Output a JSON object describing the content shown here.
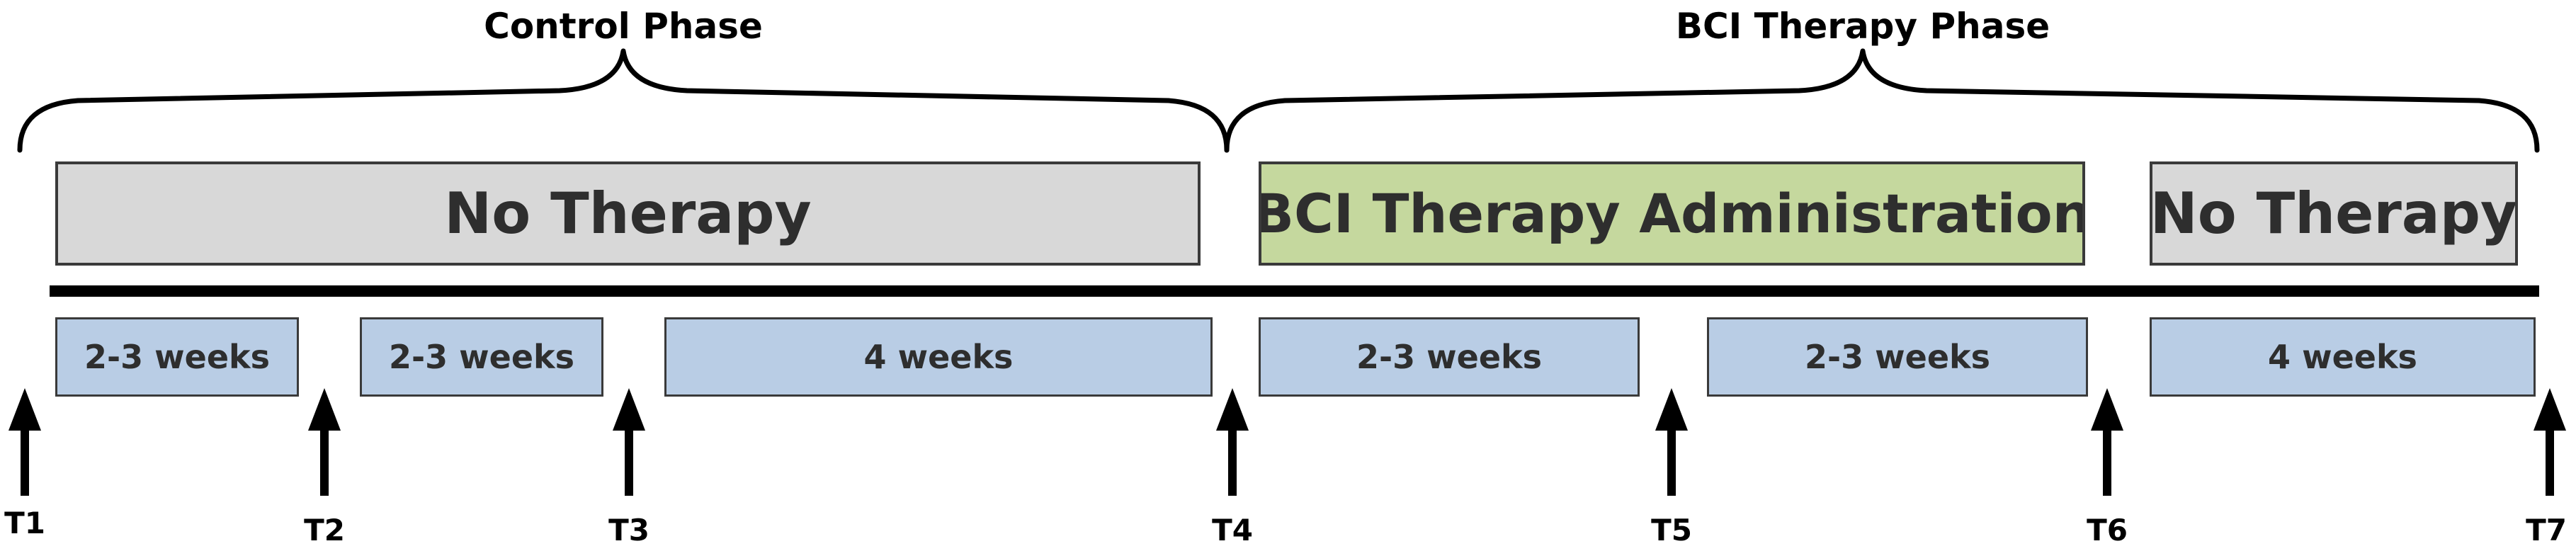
{
  "phases": [
    {
      "label": "Control Phase"
    },
    {
      "label": "BCI Therapy Phase"
    }
  ],
  "activities": [
    {
      "label": "No Therapy",
      "fill": "#d8d8d8"
    },
    {
      "label": "BCI Therapy Administration",
      "fill": "#c5d89e"
    },
    {
      "label": "No Therapy",
      "fill": "#d8d8d8"
    }
  ],
  "durations": [
    {
      "label": "2-3 weeks"
    },
    {
      "label": "2-3 weeks"
    },
    {
      "label": "4 weeks"
    },
    {
      "label": "2-3 weeks"
    },
    {
      "label": "2-3 weeks"
    },
    {
      "label": "4 weeks"
    }
  ],
  "timepoints": [
    {
      "label": "T1"
    },
    {
      "label": "T2"
    },
    {
      "label": "T3"
    },
    {
      "label": "T4"
    },
    {
      "label": "T5"
    },
    {
      "label": "T6"
    },
    {
      "label": "T7"
    }
  ],
  "colors": {
    "duration_fill": "#b9cde5",
    "box_border": "#3a3a3a",
    "line": "#000000"
  }
}
